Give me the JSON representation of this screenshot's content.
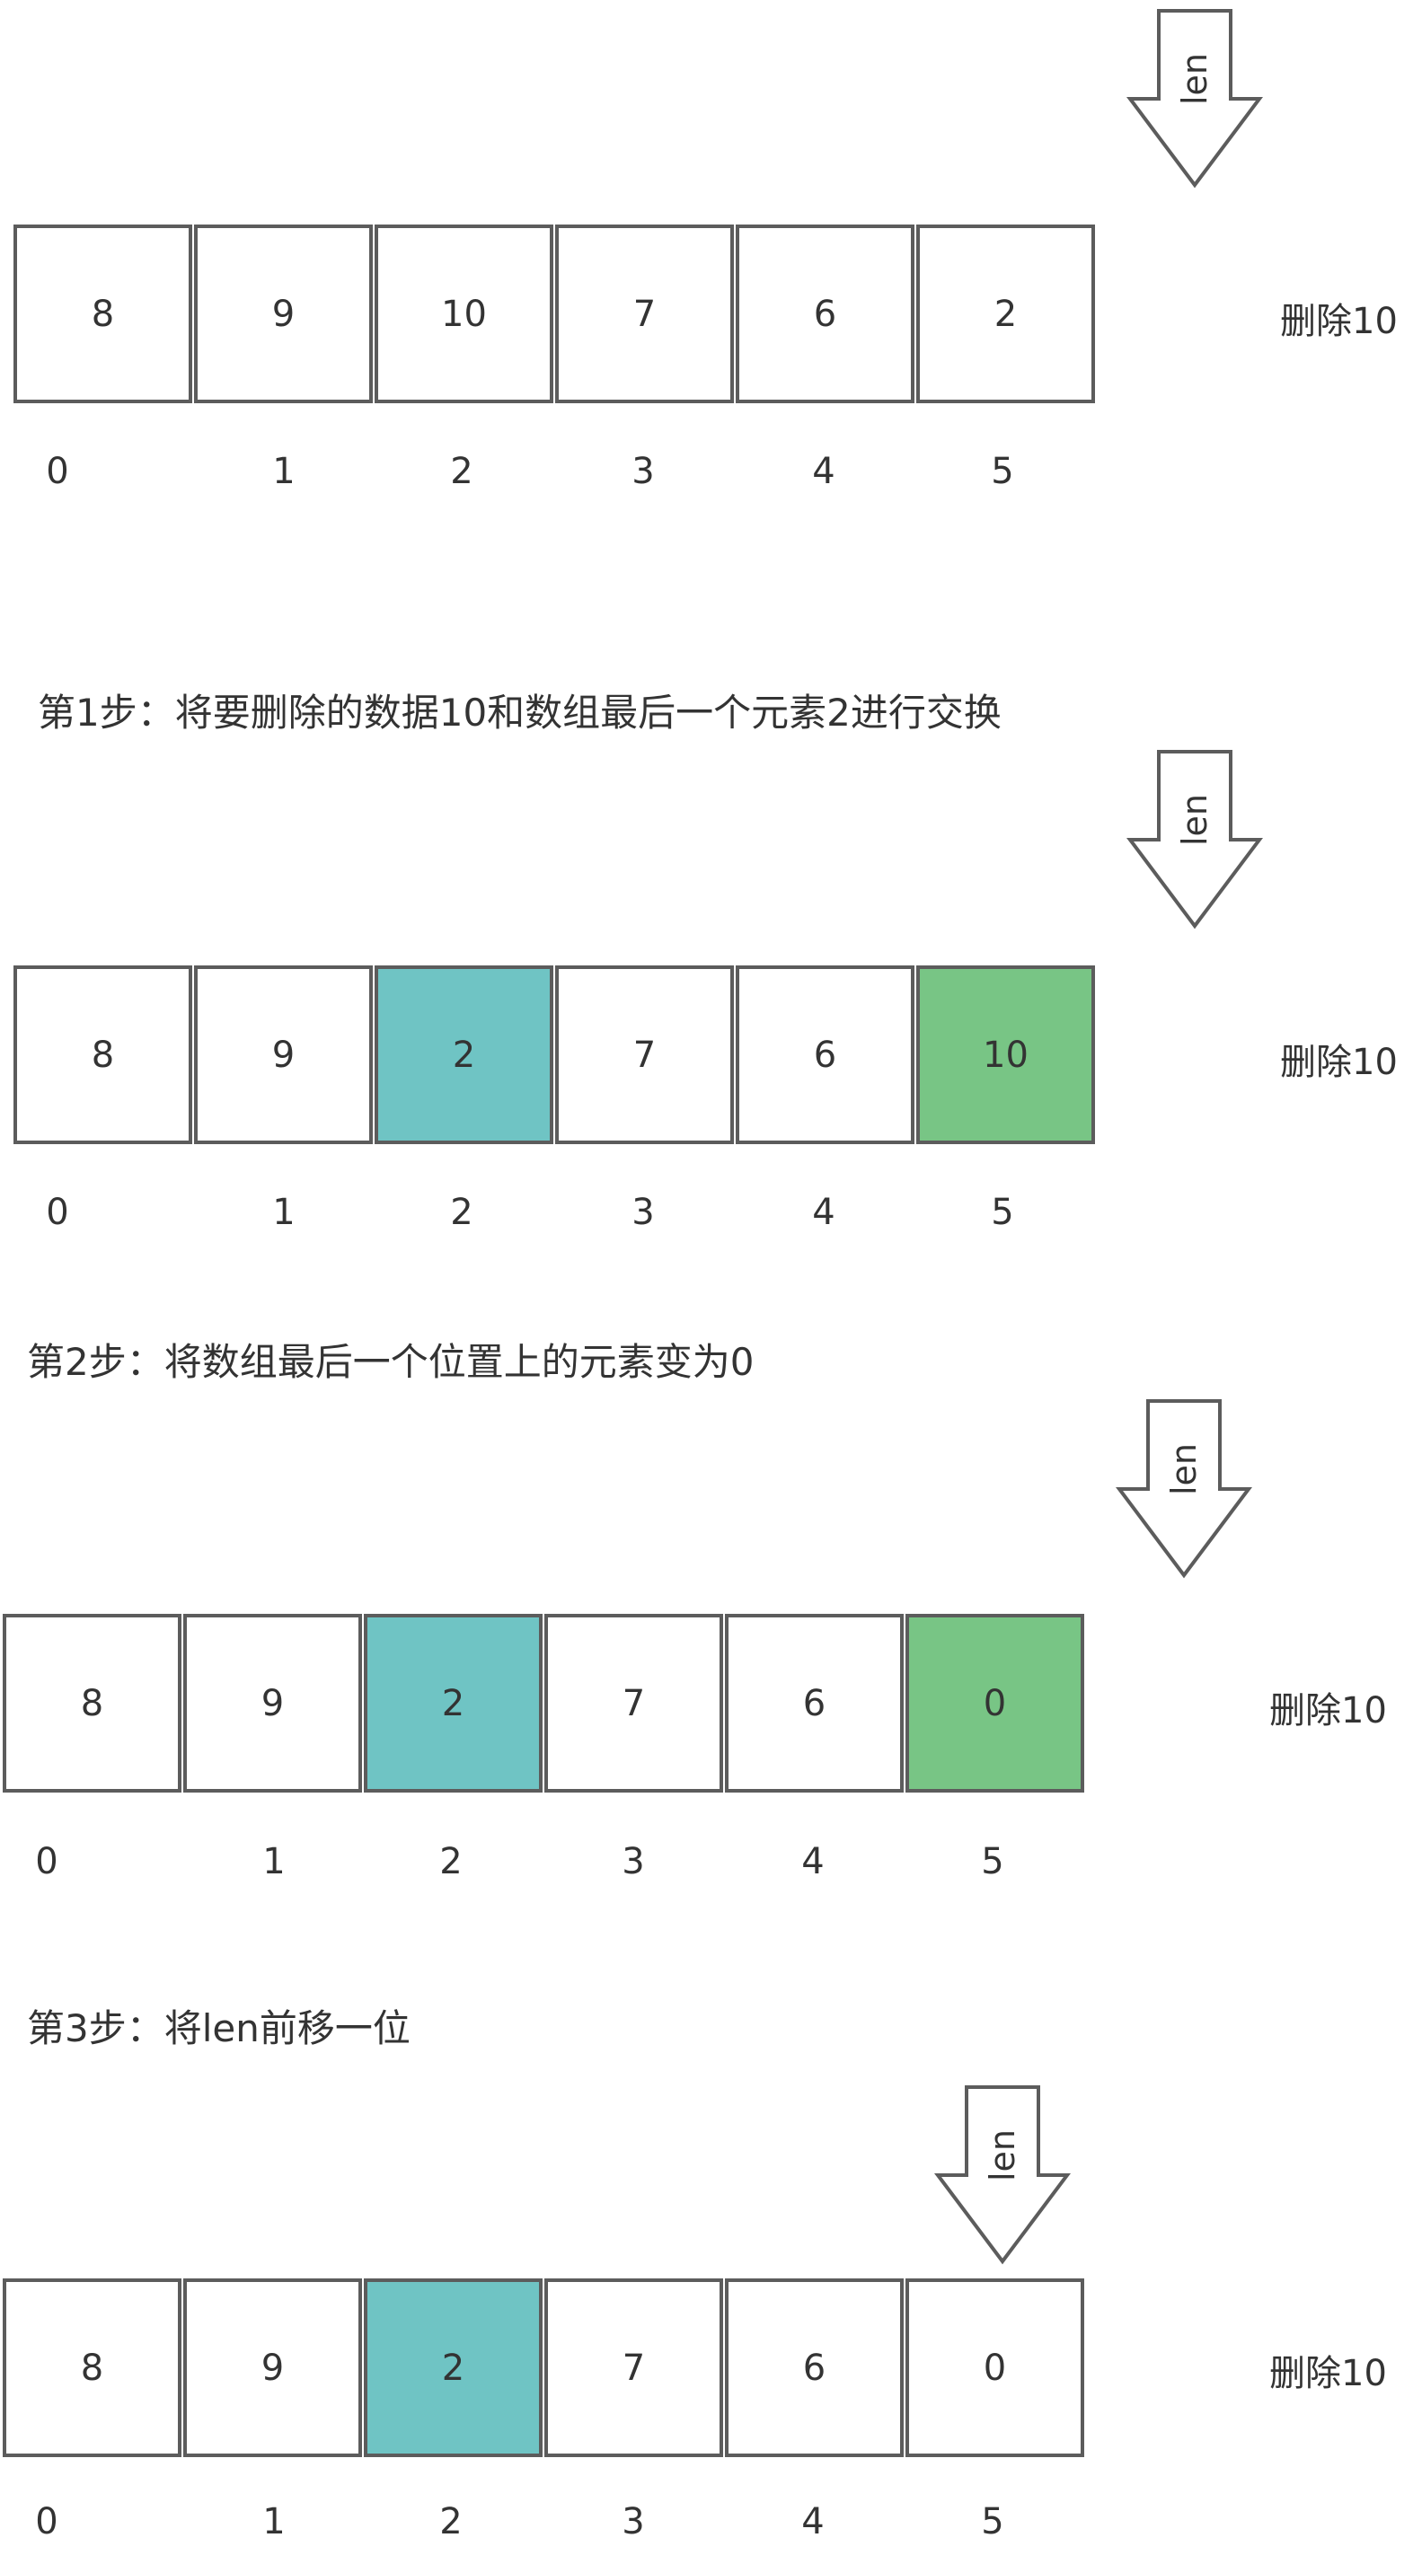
{
  "pointer_label": "len",
  "delete_label": "删除10",
  "colors": {
    "border": "#5c5c5c",
    "teal": "#6fc4c4",
    "green": "#78c585"
  },
  "panels": [
    {
      "values": [
        "8",
        "9",
        "10",
        "7",
        "6",
        "2"
      ],
      "highlights": [
        "",
        "",
        "",
        "",
        "",
        ""
      ],
      "indices": [
        "0",
        "1",
        "2",
        "3",
        "4",
        "5"
      ]
    },
    {
      "step": "第1步：将要删除的数据10和数组最后一个元素2进行交换",
      "values": [
        "8",
        "9",
        "2",
        "7",
        "6",
        "10"
      ],
      "highlights": [
        "",
        "",
        "teal",
        "",
        "",
        "green"
      ],
      "indices": [
        "0",
        "1",
        "2",
        "3",
        "4",
        "5"
      ]
    },
    {
      "step": "第2步：将数组最后一个位置上的元素变为0",
      "values": [
        "8",
        "9",
        "2",
        "7",
        "6",
        "0"
      ],
      "highlights": [
        "",
        "",
        "teal",
        "",
        "",
        "green"
      ],
      "indices": [
        "0",
        "1",
        "2",
        "3",
        "4",
        "5"
      ]
    },
    {
      "step": "第3步：将len前移一位",
      "values": [
        "8",
        "9",
        "2",
        "7",
        "6",
        "0"
      ],
      "highlights": [
        "",
        "",
        "teal",
        "",
        "",
        ""
      ],
      "indices": [
        "0",
        "1",
        "2",
        "3",
        "4",
        "5"
      ]
    }
  ]
}
